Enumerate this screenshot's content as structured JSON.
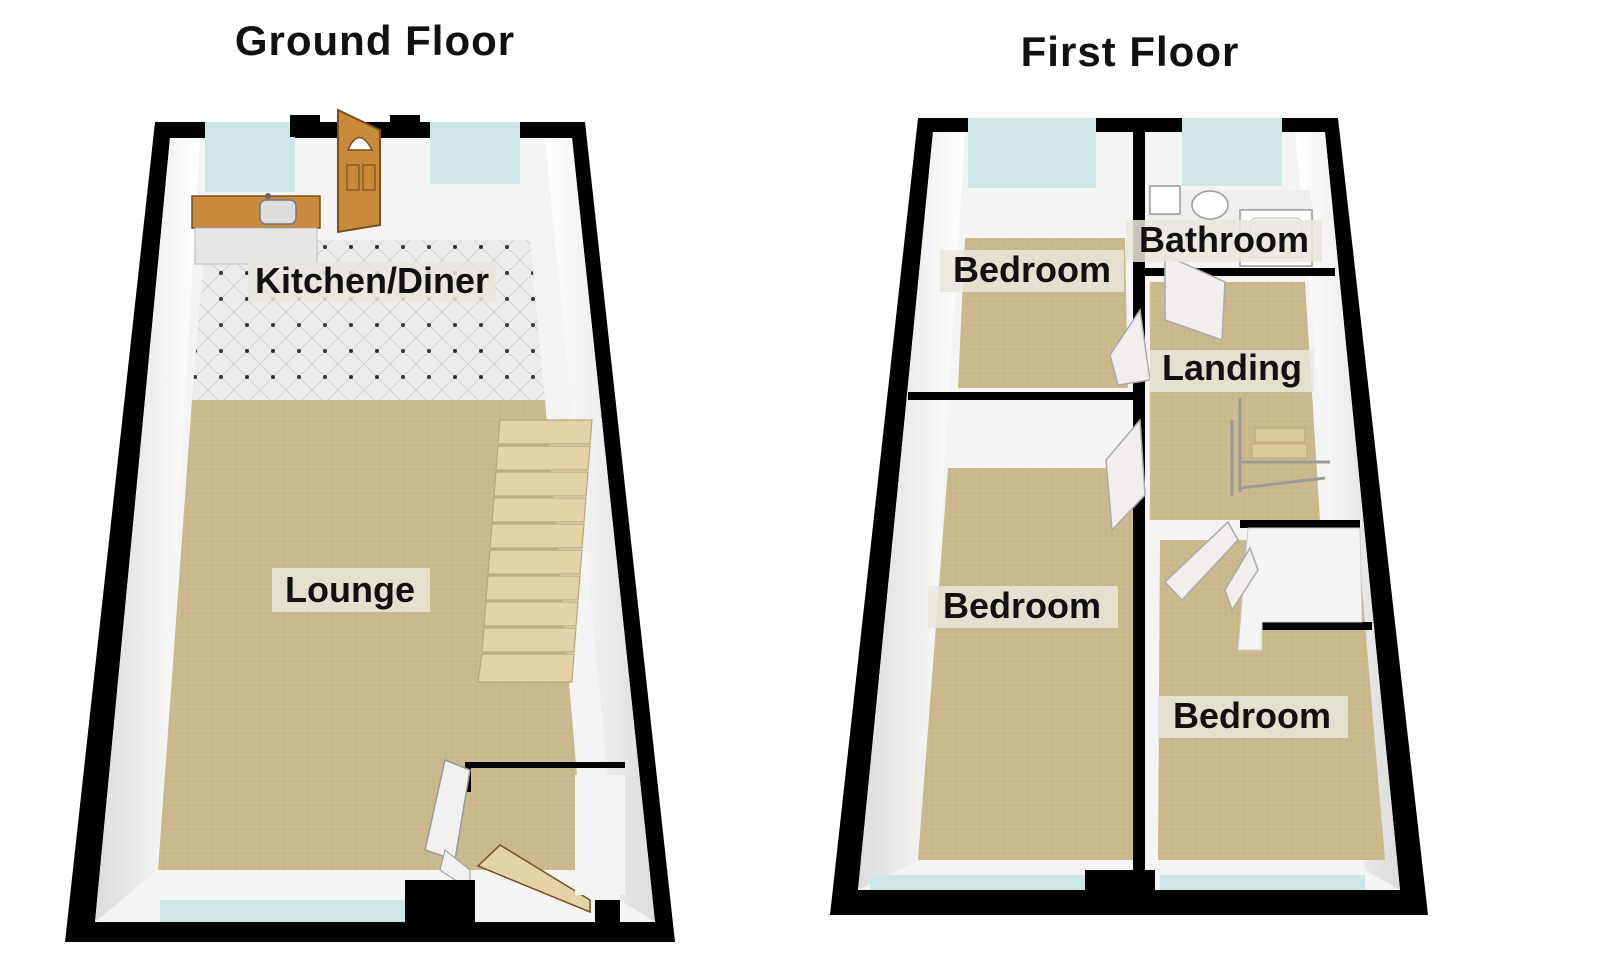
{
  "floors": [
    {
      "title": "Ground Floor",
      "rooms": [
        {
          "label": "Kitchen/Diner"
        },
        {
          "label": "Lounge"
        }
      ]
    },
    {
      "title": "First Floor",
      "rooms": [
        {
          "label": "Bedroom"
        },
        {
          "label": "Bathroom"
        },
        {
          "label": "Landing"
        },
        {
          "label": "Bedroom"
        },
        {
          "label": "Bedroom"
        }
      ]
    }
  ],
  "colors": {
    "wall": "#000000",
    "wall_inner": "#f2f2f2",
    "carpet": "#c9b88c",
    "tile": "#e8e8e8",
    "window": "#cfe6e6",
    "door": "#c98a3c",
    "worktop": "#c98a3c"
  }
}
